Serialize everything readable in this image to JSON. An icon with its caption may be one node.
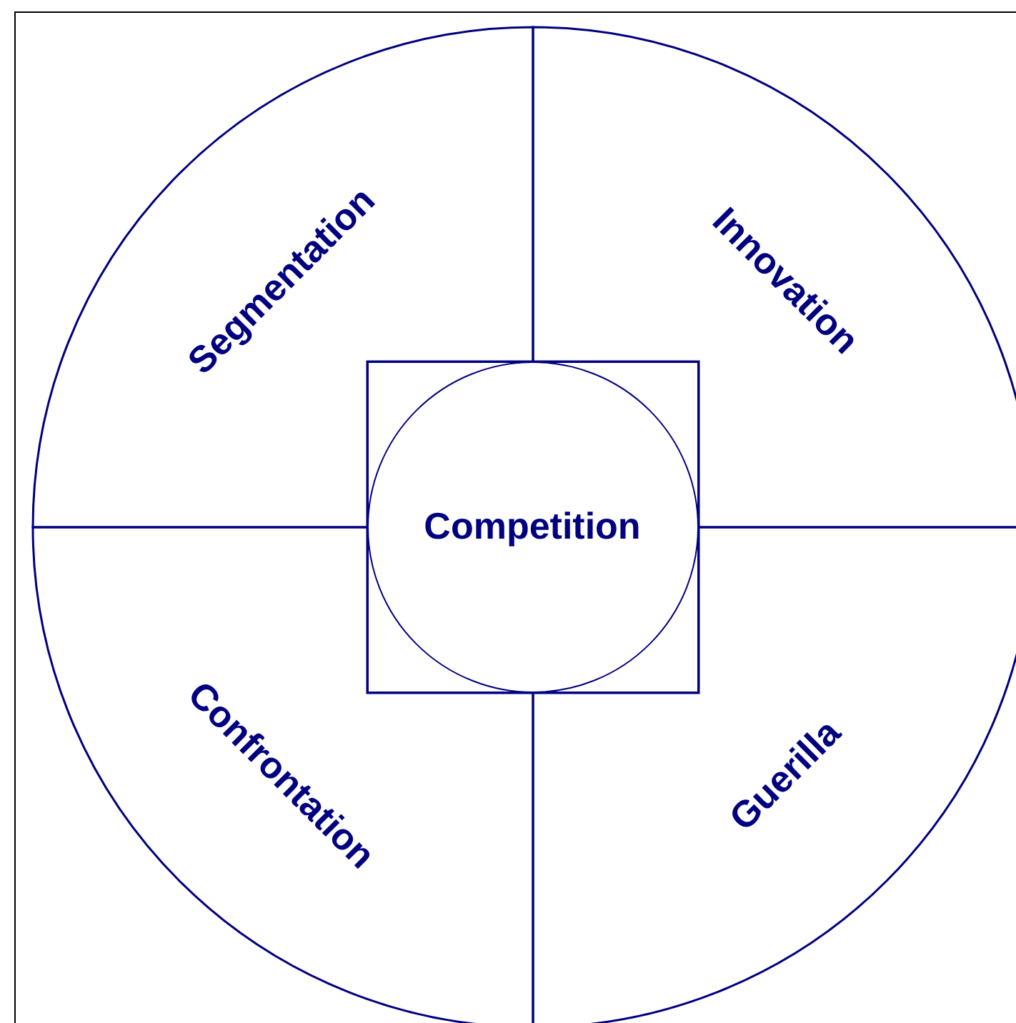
{
  "diagram": {
    "nodes": [
      {
        "text": [
          "Segmentation"
        ]
      },
      {
        "text": [
          "Innovation"
        ]
      },
      {
        "text": [
          "Confrontation"
        ]
      },
      {
        "text": [
          "Guerilla"
        ]
      },
      {
        "text": [],
        "shape": "box"
      },
      {
        "text": [
          "Competition"
        ],
        "in": 4
      }
    ]
  }
}
